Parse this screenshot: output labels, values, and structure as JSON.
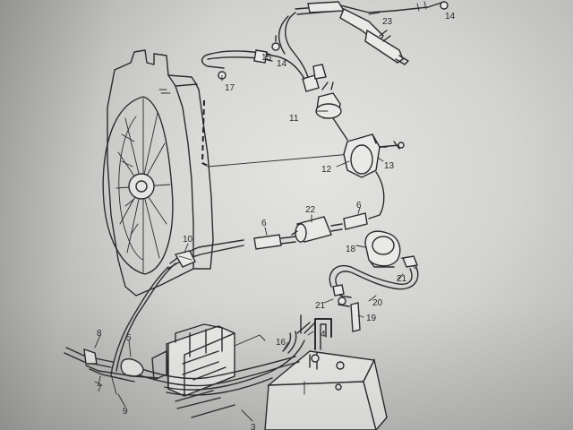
{
  "callouts": {
    "c23": "23",
    "c14_top": "14",
    "c15": "15",
    "c14_mid": "14",
    "c17": "17",
    "c11": "11",
    "c12": "12",
    "c13": "13",
    "c22": "22",
    "c6_left": "6",
    "c6_right": "6",
    "c10": "10",
    "c18": "18",
    "c21_right": "21",
    "c20": "20",
    "c21_left": "21",
    "c19": "19",
    "c8": "8",
    "c5": "5",
    "c16": "16",
    "c4": "4",
    "c7": "7",
    "c9": "9",
    "c3": "3"
  }
}
